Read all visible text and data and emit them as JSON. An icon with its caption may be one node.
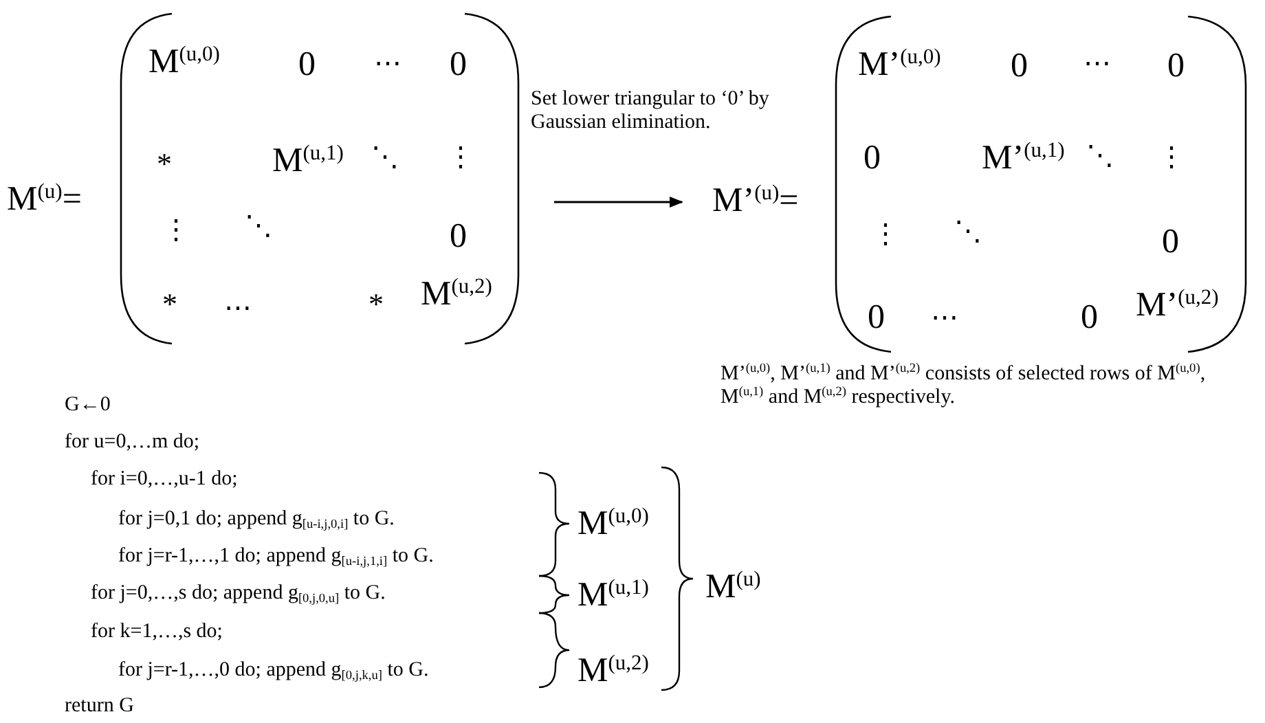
{
  "diagram": {
    "labels": [
      "M$^{(u)}$=",
      "M$^{(u,0)}$",
      "0",
      "⋯",
      "0",
      "*",
      "M$^{(u,1)}$",
      "⋱",
      "⋮",
      "⋮",
      "⋱",
      "0",
      "*",
      "⋯",
      "*",
      "M$^{(u,2)}$",
      "Set lower triangular to ‘0’ by Gaussian elimination.",
      "M’$^{(u)}$=",
      "M’$^{(u,0)}$",
      "0",
      "⋯",
      "0",
      "0",
      "M’$^{(u,1)}$",
      "⋱",
      "⋮",
      "⋮",
      "⋱",
      "0",
      "0",
      "⋯",
      "0",
      "M’$^{(u,2)}$",
      "M’$^{(u,0)}$, M’$^{(u,1)}$ and M’$^{(u,2)}$ consists of selected rows of M$^{(u,0)}$, M$^{(u,1)}$ and M$^{(u,2)}$ respectively.",
      "G←0",
      "for u=0,…m do;",
      "for i=0,…,u-1 do;",
      "for j=0,1 do; append g$_{[u-i,j,0,i]}$ to G.",
      "for j=r-1,…,1 do; append g$_{[u-i,j,1,i]}$ to G.",
      "for j=0,…,s do;  append g$_{[0,j,0,u]}$ to G.",
      "for k=1,…,s do;",
      "for j=r-1,…,0 do; append g$_{[0,j,k,u]}$ to G.",
      "return G",
      "M$^{(u,0)}$",
      "M$^{(u,1)}$",
      "M$^{(u,2)}$",
      "M$^{(u)}$"
    ]
  }
}
